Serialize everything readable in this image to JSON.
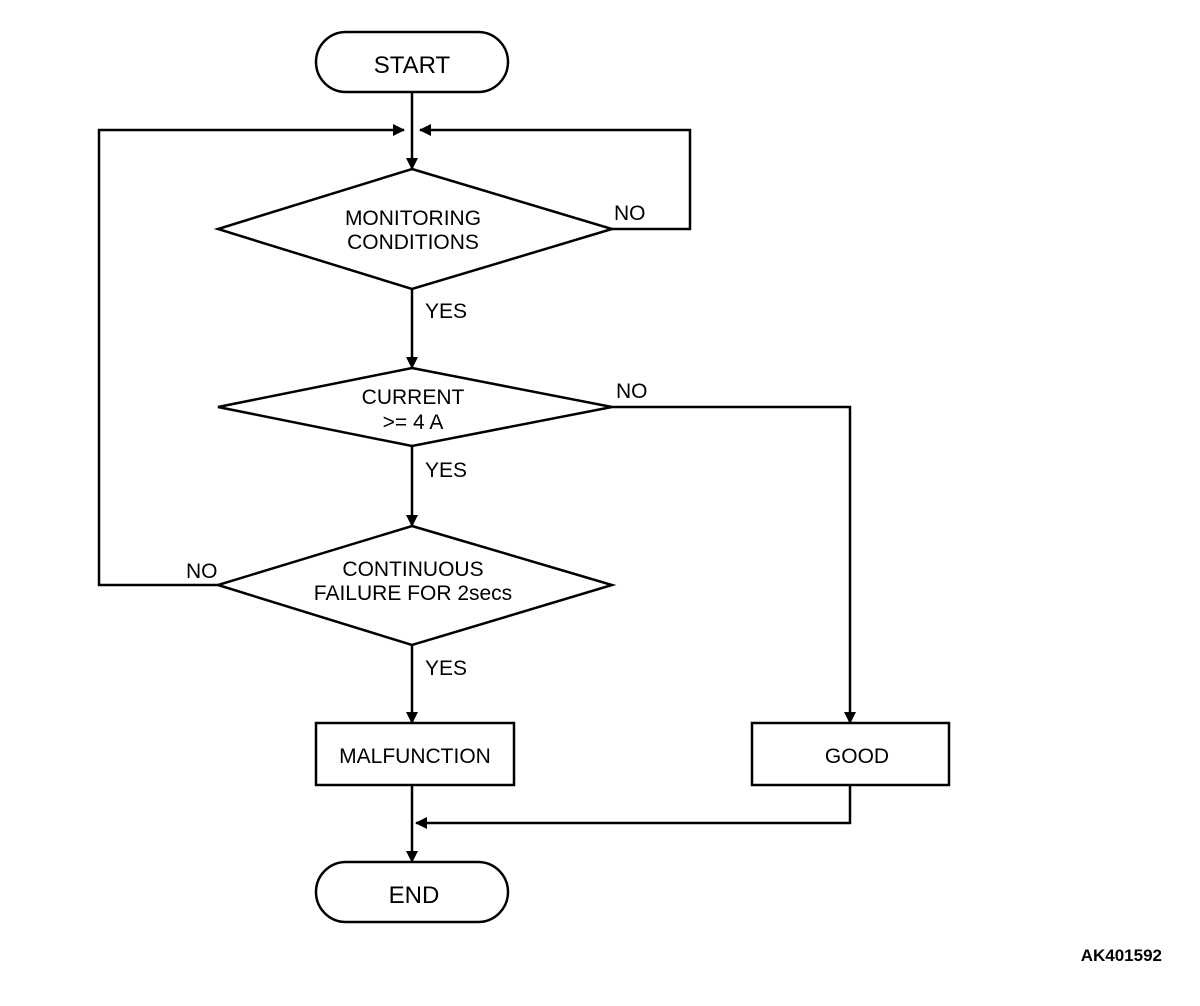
{
  "nodes": {
    "start": "START",
    "monitoring": [
      "MONITORING",
      "CONDITIONS"
    ],
    "current": [
      "CURRENT",
      ">= 4 A"
    ],
    "continuous": [
      "CONTINUOUS",
      "FAILURE FOR 2secs"
    ],
    "malfunction": "MALFUNCTION",
    "good": "GOOD",
    "end": "END"
  },
  "edges": {
    "monitoring_no": "NO",
    "monitoring_yes": "YES",
    "current_no": "NO",
    "current_yes": "YES",
    "continuous_no": "NO",
    "continuous_yes": "YES"
  },
  "figure_code": "AK401592"
}
